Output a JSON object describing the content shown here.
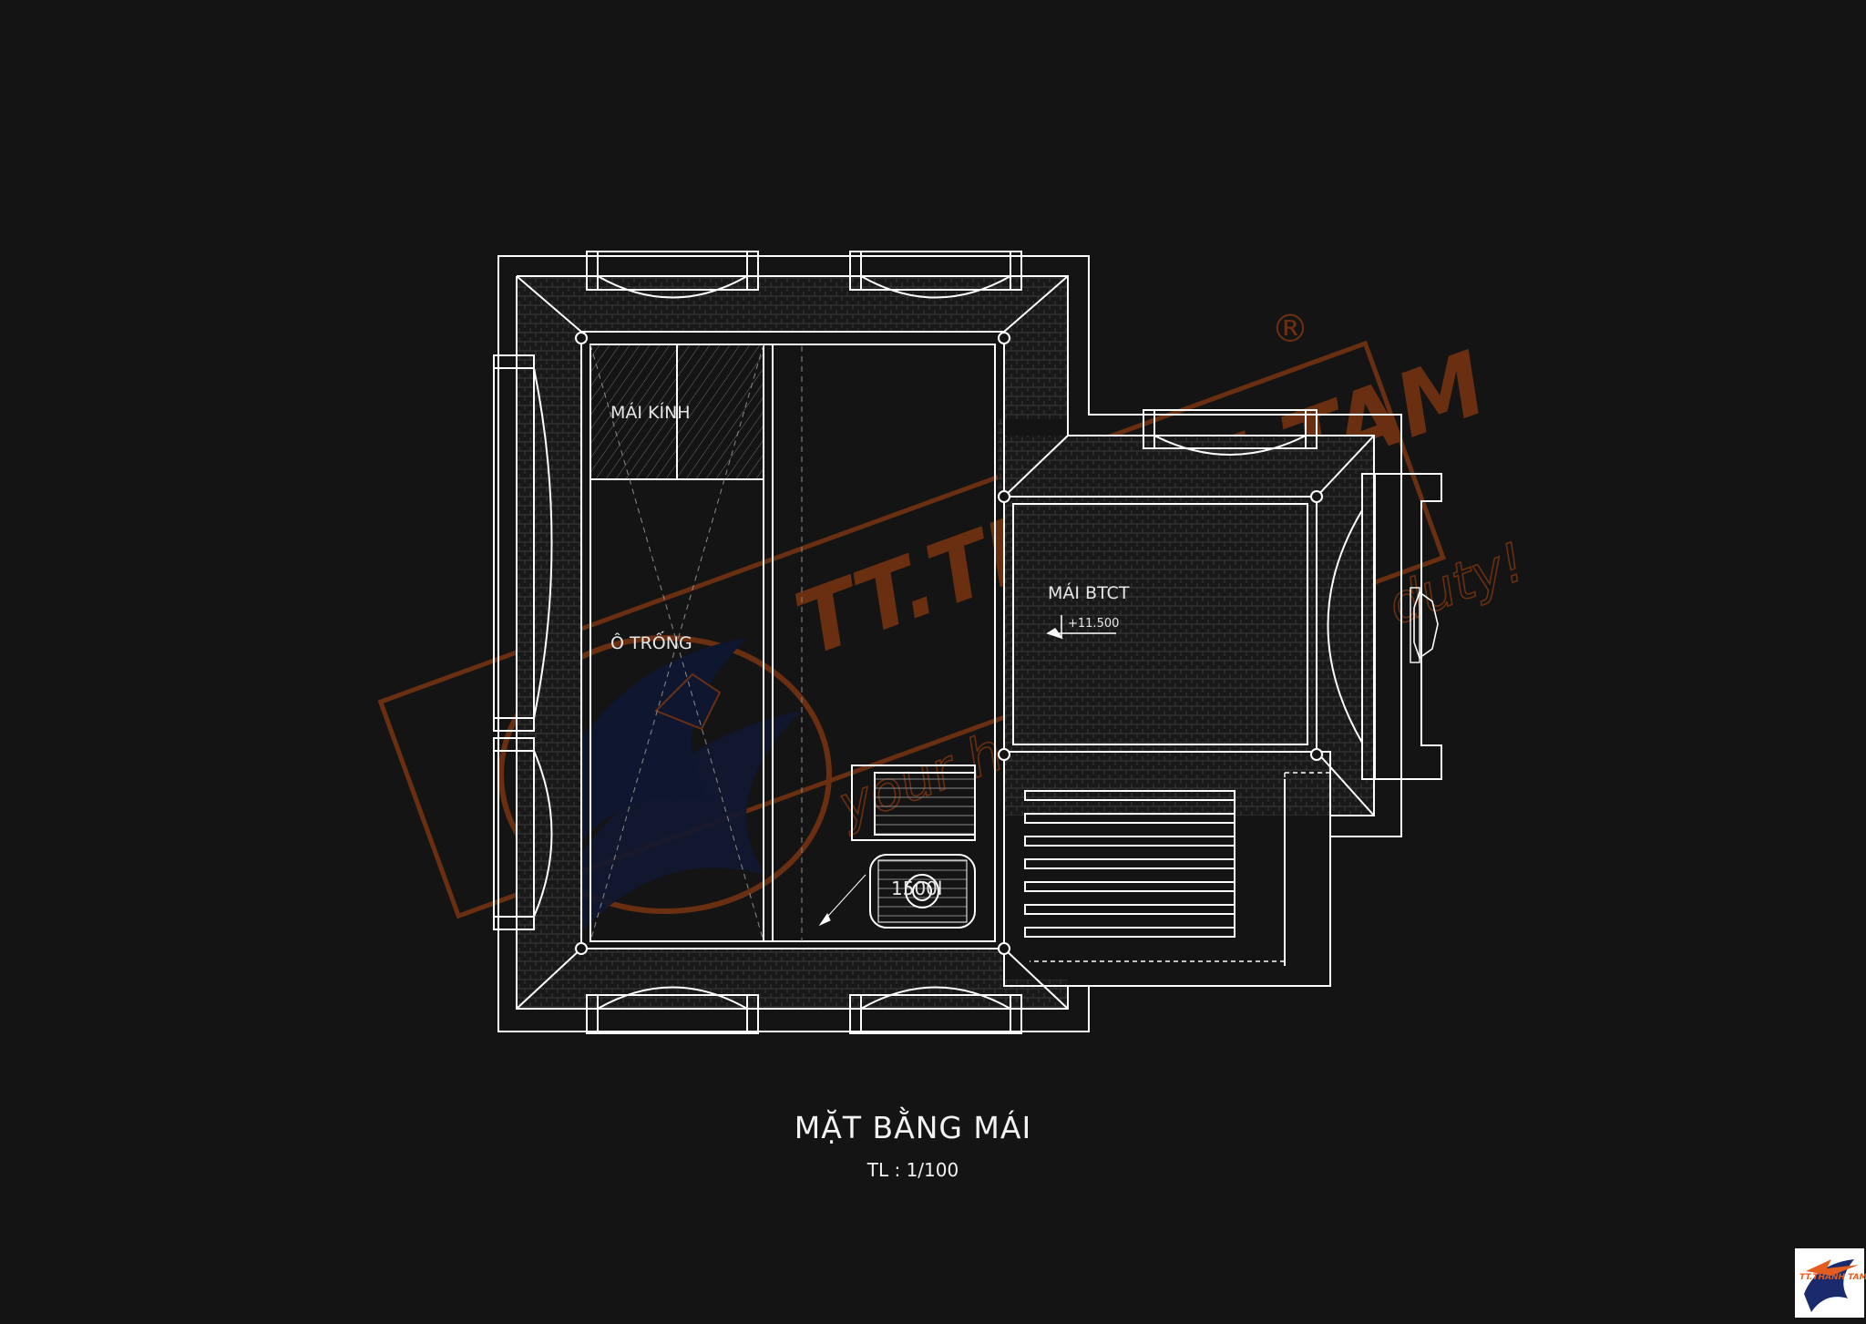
{
  "drawing": {
    "title": "MẶT BẰNG MÁI",
    "scale": "TL : 1/100",
    "labels": {
      "glass_roof": "MÁI KÍNH",
      "void": "Ô TRỐNG",
      "concrete_roof": "MÁI BTCT",
      "elevation": "+11.500",
      "tank": "1500l"
    }
  },
  "watermark": {
    "brand": "TT.THANH TAM",
    "registered_mark": "®",
    "slogan": "your happiness is our duty!",
    "colors": {
      "brand": "#8a3b12",
      "emblem": "#101a3a"
    }
  },
  "corner_logo": {
    "brand": "TT.THANH TAM",
    "colors": {
      "background": "#ffffff",
      "accent": "#e25d1e",
      "navy": "#1a2a6c"
    }
  },
  "colors": {
    "background": "#141414",
    "lines": "#ffffff",
    "hatch": "#6a6a6a"
  }
}
